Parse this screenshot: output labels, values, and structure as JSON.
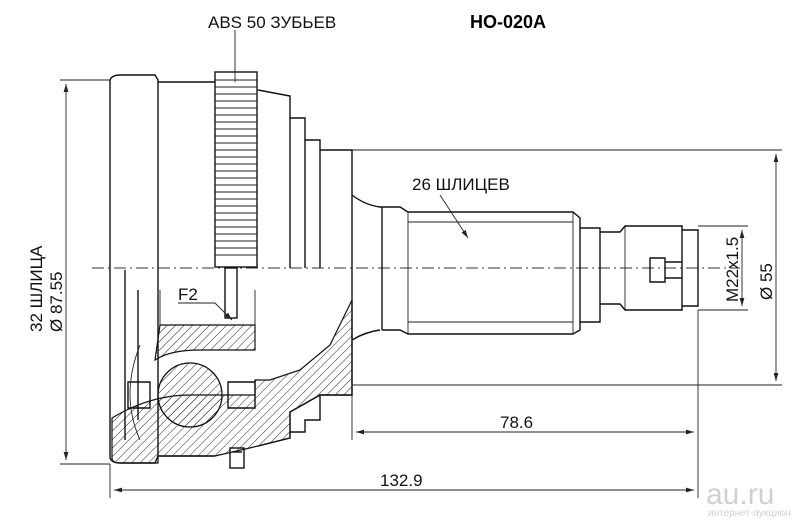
{
  "part_number": "HO-020A",
  "labels": {
    "abs": "ABS 50 ЗУБЬЕВ",
    "outer_splines": "26 ШЛИЦЕВ",
    "inner_splines": "32 ШЛИЦА",
    "outer_diameter": "Ø 87.55",
    "seal_diameter": "Ø 55",
    "thread": "M22x1.5",
    "f2": "F2"
  },
  "dimensions": {
    "shaft_length": "78.6",
    "total_length": "132.9"
  },
  "watermark": {
    "text": "au.ru",
    "subtext": "интернет-аукцион"
  }
}
